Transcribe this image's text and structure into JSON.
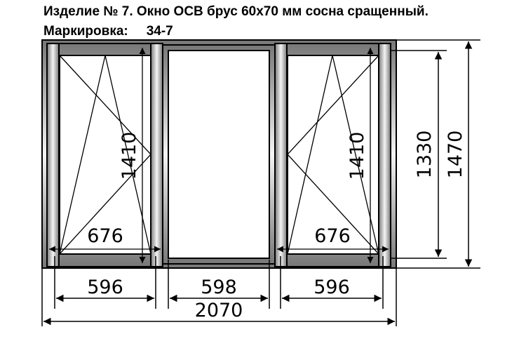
{
  "header": {
    "title": "Изделие № 7. Окно ОСВ брус 60х70 мм сосна сращенный.",
    "marking_label": "Маркировка:",
    "marking_value": "34-7"
  },
  "dimensions": {
    "left_sash_height": "1410",
    "left_sash_width": "676",
    "right_sash_height": "1410",
    "right_sash_width": "676",
    "left_section": "596",
    "middle_section": "598",
    "right_section": "596",
    "total_width": "2070",
    "inner_height": "1330",
    "total_height": "1470"
  }
}
